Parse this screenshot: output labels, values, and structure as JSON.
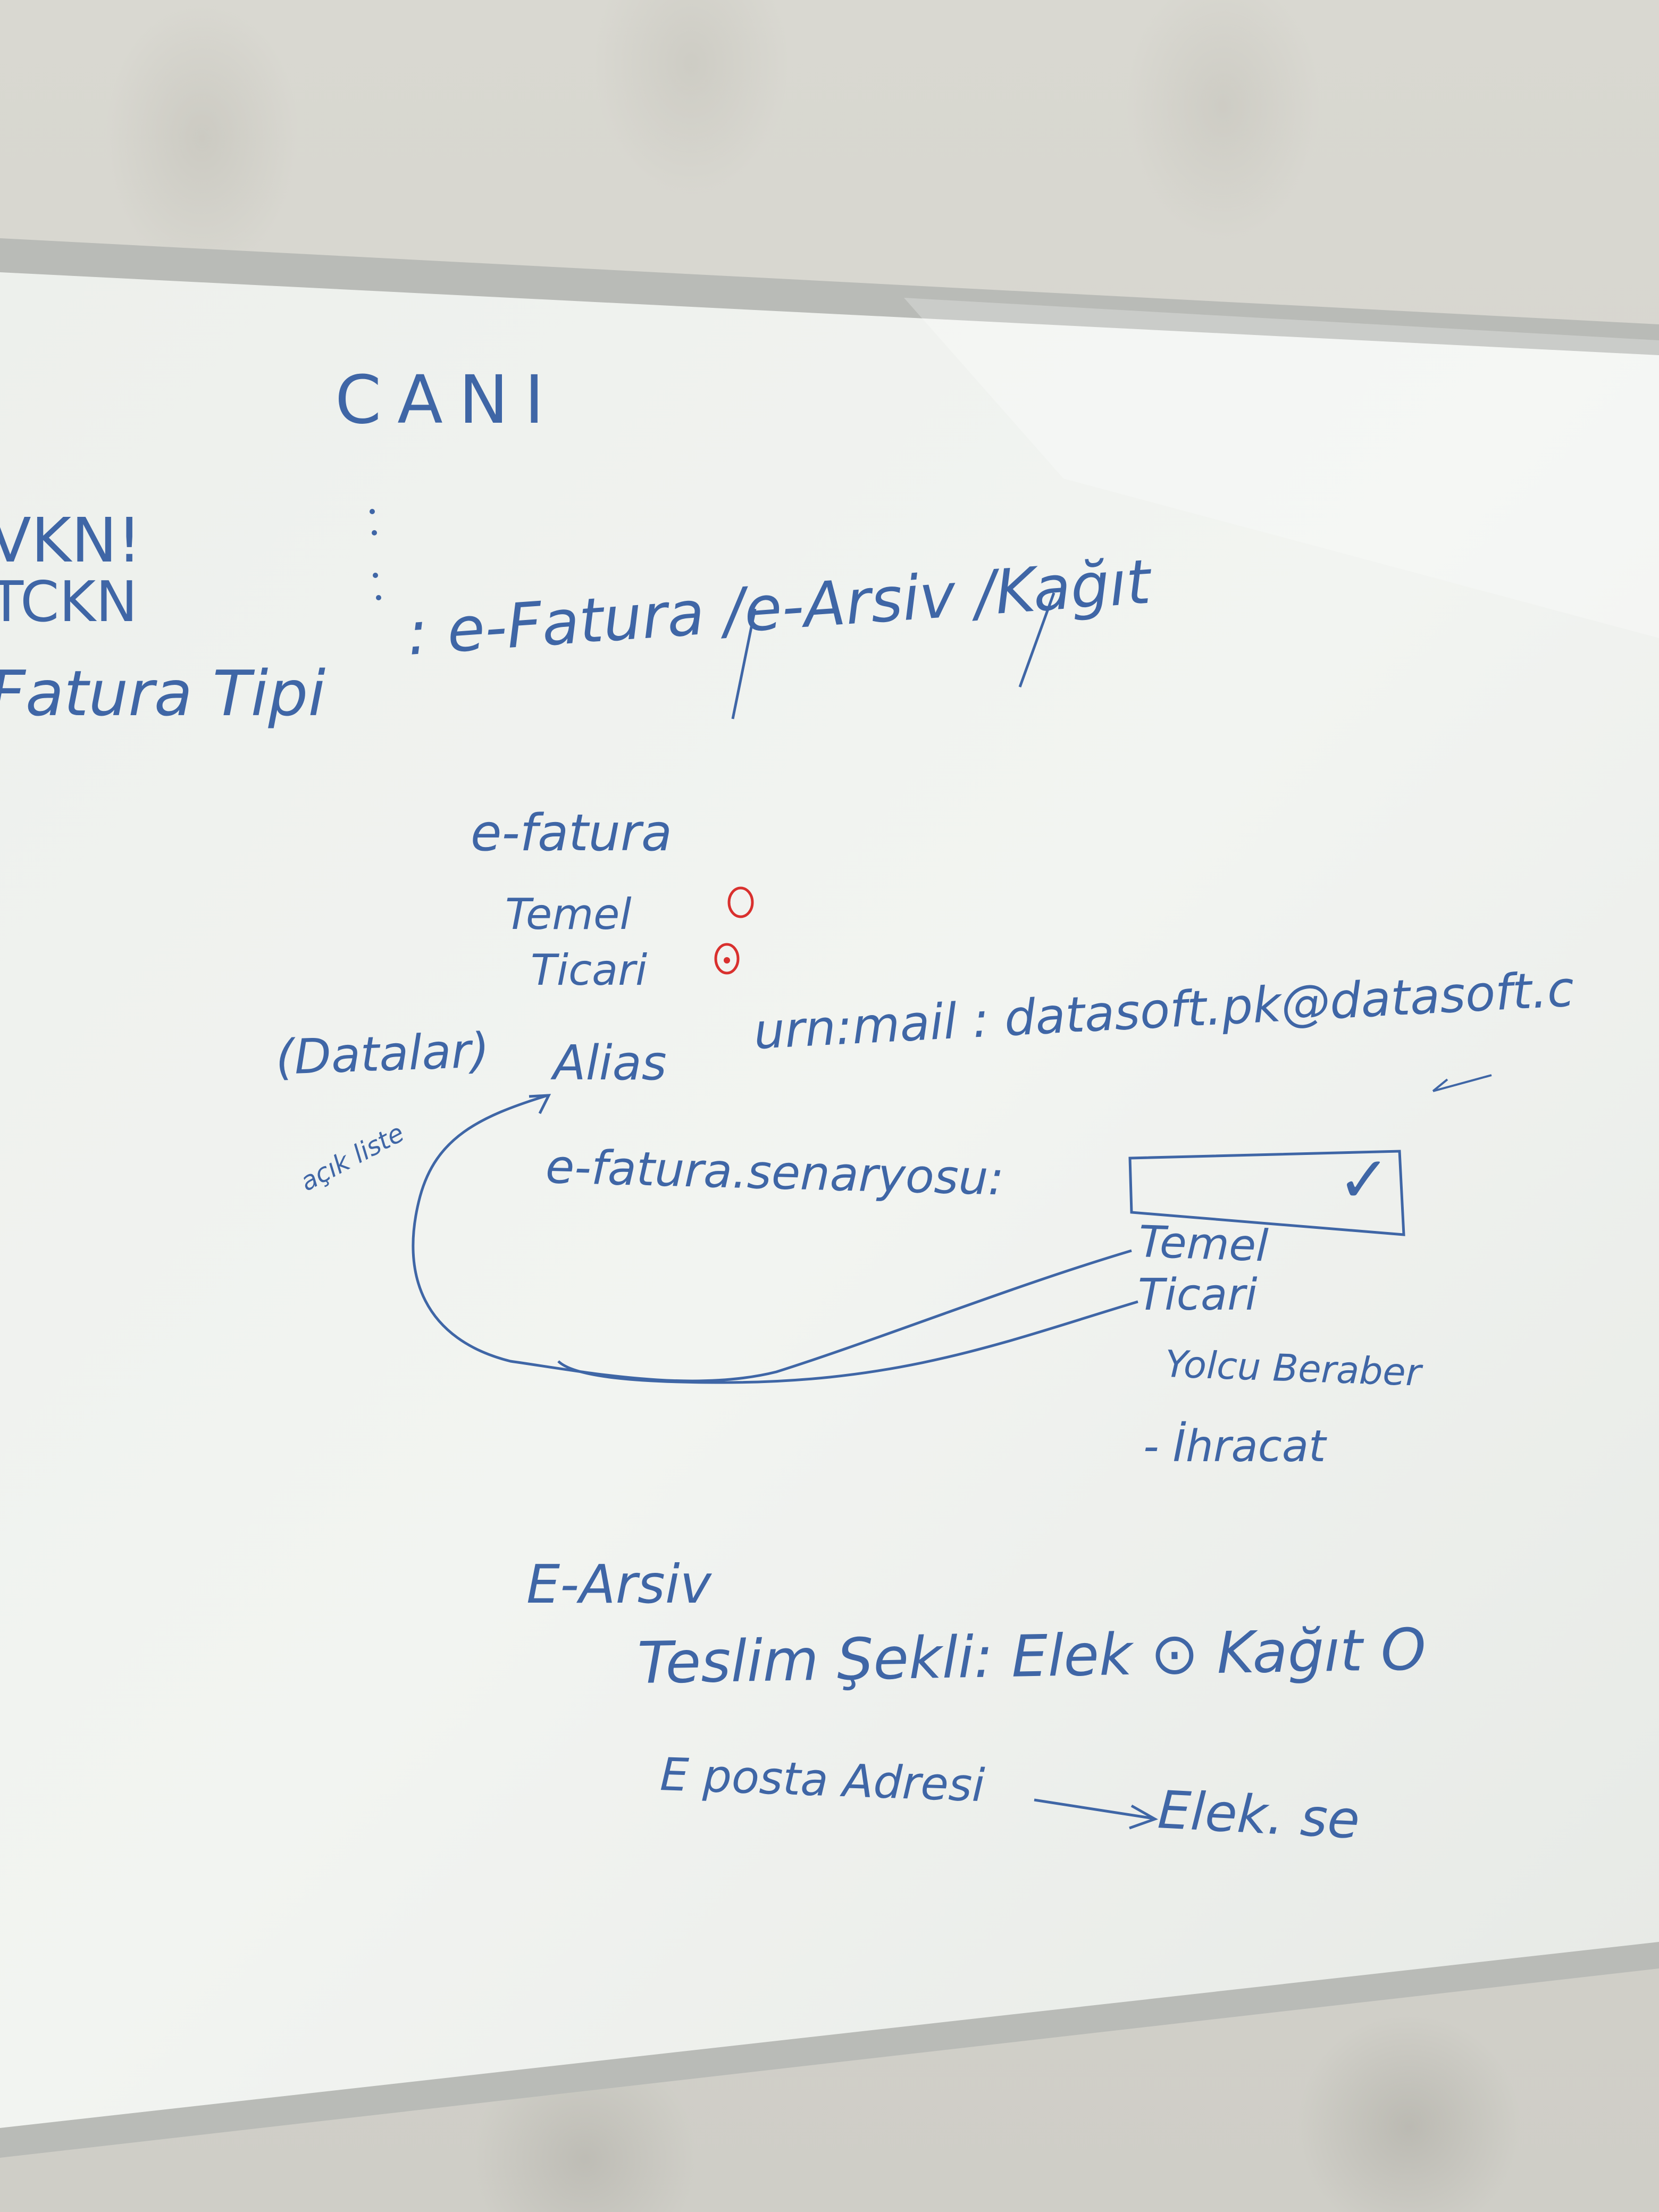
{
  "board": {
    "title": "CANI",
    "left_fragments": [
      "VKN!",
      "TCKN"
    ],
    "fatura_tipi": {
      "label": "Fatura Tipi",
      "value": ": e-Fatura /e-Arsiv /Kağıt"
    },
    "efatura_section": {
      "heading": "e-fatura",
      "options": [
        {
          "label": "Temel",
          "mark": "O"
        },
        {
          "label": "Ticari",
          "mark": "⊙"
        }
      ]
    },
    "alias_line": {
      "datalar": "(Datalar)",
      "alias": "Alias",
      "urn": "urn:mail : datasoft.pk@datasoft.c"
    },
    "arrow_note": "açık liste",
    "sorgu_line": {
      "label": "e-fatura.senaryosu:",
      "checkbox_mark": "✓"
    },
    "senaryo_list": [
      "Temel",
      "Ticari",
      "Yolcu Beraber",
      "- İhracat"
    ],
    "earsiv_section": {
      "heading": "E-Arsiv",
      "teslim": "Teslim Şekli: Elek ⊙ Kağıt O",
      "eposta": "E posta Adresi",
      "eposta_target": "Elek. se"
    }
  }
}
